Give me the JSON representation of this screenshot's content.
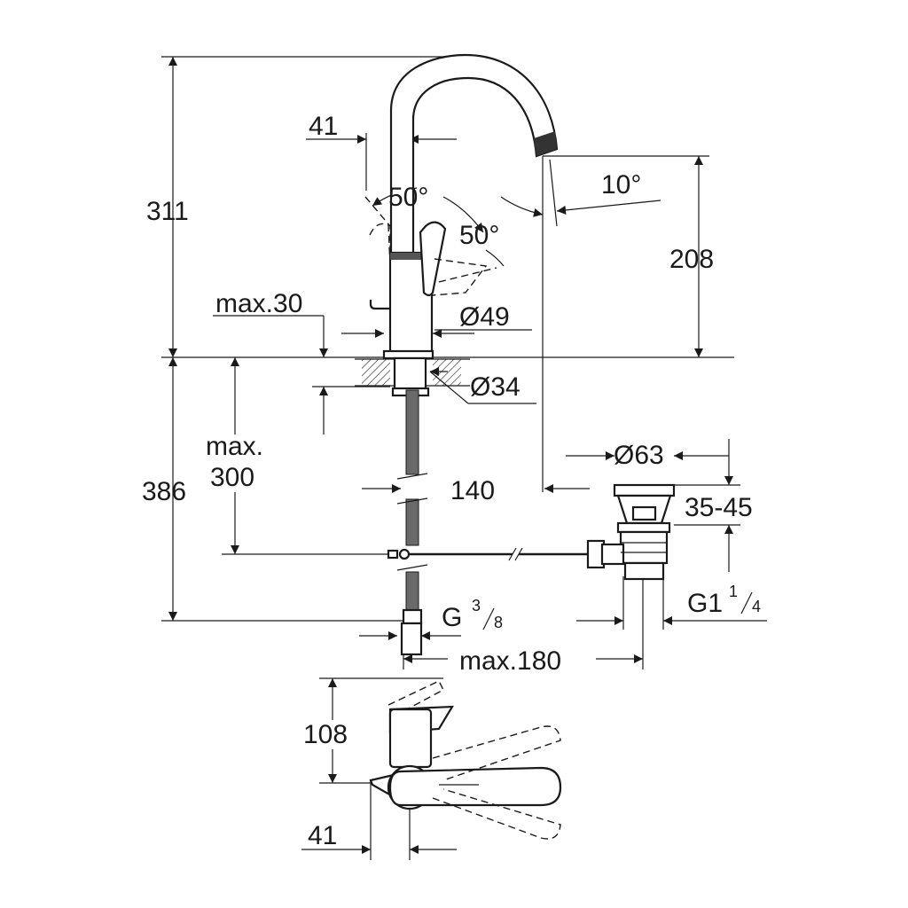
{
  "labels": {
    "faucet_height": "311",
    "handle_gap_top": "41",
    "handle_angle_front": "50°",
    "handle_angle_side": "50°",
    "spout_angle": "10°",
    "spout_height": "208",
    "max_deck_thickness": "max.30",
    "base_diameter": "Ø49",
    "hole_diameter": "Ø34",
    "below_deck_height": "386",
    "max_drop_line1": "max.",
    "max_drop_line2": "300",
    "spout_reach": "140",
    "waste_diameter": "Ø63",
    "waste_range": "35-45",
    "waste_thread_main": "G1",
    "waste_thread_num": "1",
    "waste_thread_den": "4",
    "inlet_thread_main": "G",
    "inlet_thread_num": "3",
    "inlet_thread_den": "8",
    "max_rod_length": "max.180",
    "top_view_depth": "108",
    "handle_gap_bottom": "41"
  }
}
